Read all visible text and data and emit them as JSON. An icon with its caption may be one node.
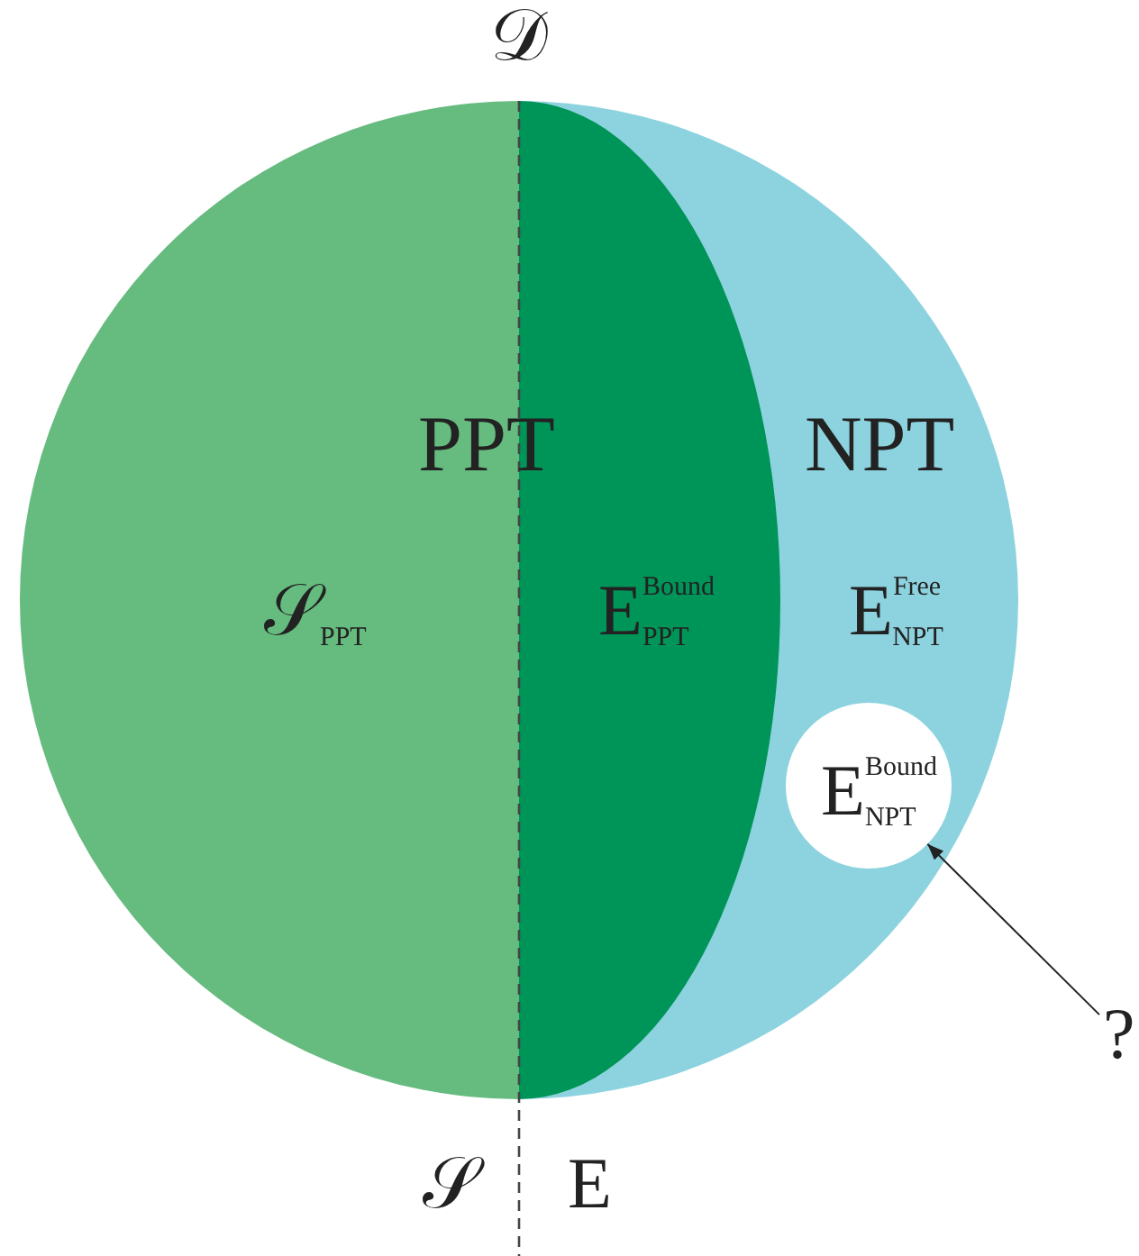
{
  "diagram": {
    "nodes": [
      {
        "text": [
          "𝒟"
        ]
      },
      {
        "text": [
          "𝒮$_{PPT}$"
        ],
        "in": 0
      },
      {
        "text": [
          "E$^{Bound}$$_{PPT}$"
        ],
        "in": 3
      },
      {
        "text": [
          "E$^{Free}$$_{NPT}$"
        ],
        "in": 0
      },
      {
        "text": [
          "E$^{Bound}$$_{NPT}$"
        ],
        "in": 3
      },
      {
        "text": [
          "?"
        ]
      }
    ],
    "edges": [
      {
        "from": 5,
        "to": 4,
        "arrow": "to"
      }
    ],
    "labels": [
      "PPT",
      "NPT",
      "𝒮",
      "E"
    ]
  }
}
